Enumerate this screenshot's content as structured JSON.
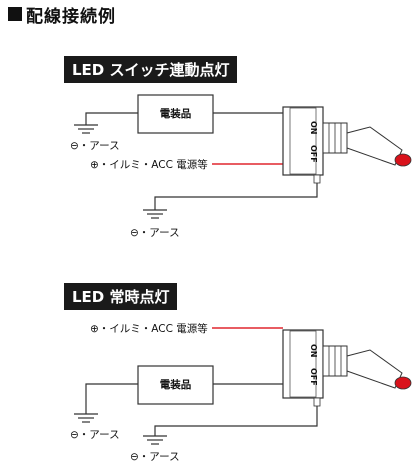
{
  "heading": "■配線接続例",
  "heading_text": "配線接続例",
  "section1": {
    "title": "LED スイッチ連動点灯",
    "box_label": "電装品",
    "ground_left": "⊖・アース",
    "power_label": "⊕・イルミ・ACC 電源等",
    "ground_bottom": "⊖・アース",
    "switch_on": "ON",
    "switch_off": "OFF"
  },
  "section2": {
    "title": "LED 常時点灯",
    "power_label": "⊕・イルミ・ACC 電源等",
    "box_label": "電装品",
    "ground_left": "⊖・アース",
    "ground_bottom": "⊖・アース",
    "switch_on": "ON",
    "switch_off": "OFF"
  },
  "colors": {
    "power_wire": "#e0262f",
    "wire": "#333333",
    "lamp": "#d9121b"
  }
}
